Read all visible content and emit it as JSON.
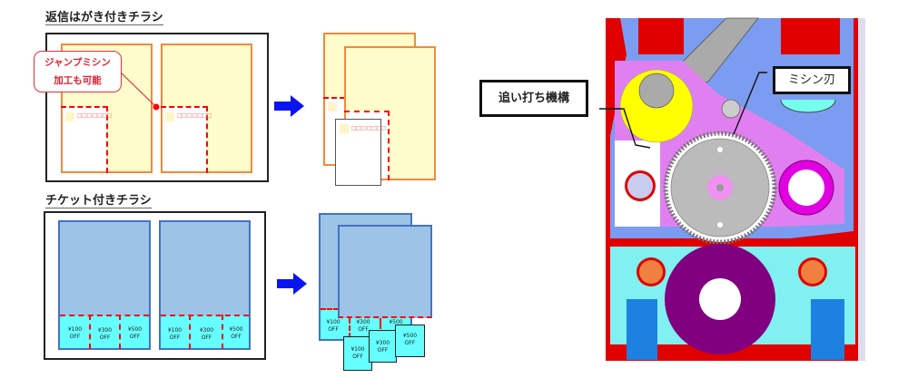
{
  "section1": {
    "title": "返信はがき付きチラシ",
    "callout_line1": "ジャンプミシン",
    "callout_line2": "加工も可能",
    "address_placeholder": "□□□:□□□□"
  },
  "section2": {
    "title": "チケット付きチラシ",
    "coupons": [
      {
        "amount": "¥100",
        "off": "OFF"
      },
      {
        "amount": "¥300",
        "off": "OFF"
      },
      {
        "amount": "¥500",
        "off": "OFF"
      }
    ]
  },
  "machine": {
    "label_follow": "追い打ち機構",
    "label_perforation": "ミシン刃"
  },
  "colors": {
    "orange_border": "#f08a3c",
    "cream": "#fffccc",
    "blue_sheet": "#9dc3e6",
    "cyan": "#66ffff",
    "perforation": "#ff0000",
    "arrow": "#0a14f0"
  }
}
